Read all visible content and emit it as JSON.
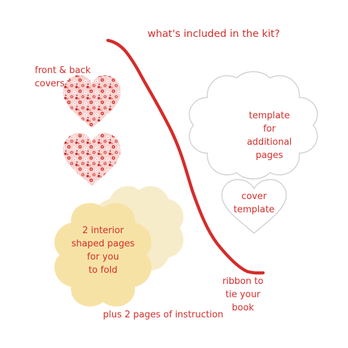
{
  "title": "what's included in the kit?",
  "items": {
    "covers_line1": "front & back",
    "covers_line2": "covers",
    "template_line1": "template for",
    "template_line2": "additional",
    "template_line3": "pages",
    "cover_template_line1": "cover",
    "cover_template_line2": "template",
    "interior_line1": "2 interior",
    "interior_line2": "shaped pages",
    "interior_line3": "for you",
    "interior_line4": "to fold",
    "ribbon_line1": "ribbon to",
    "ribbon_line2": "tie your book",
    "instructions": "plus 2 pages of instruction"
  },
  "colors": {
    "text": "#d42d2a",
    "ribbon": "#d42d2a",
    "heart_fabric": "#f6c7c7",
    "page_front": "#f7e2a6",
    "page_back": "#f6ecc9",
    "outline": "#c9c9c9"
  }
}
